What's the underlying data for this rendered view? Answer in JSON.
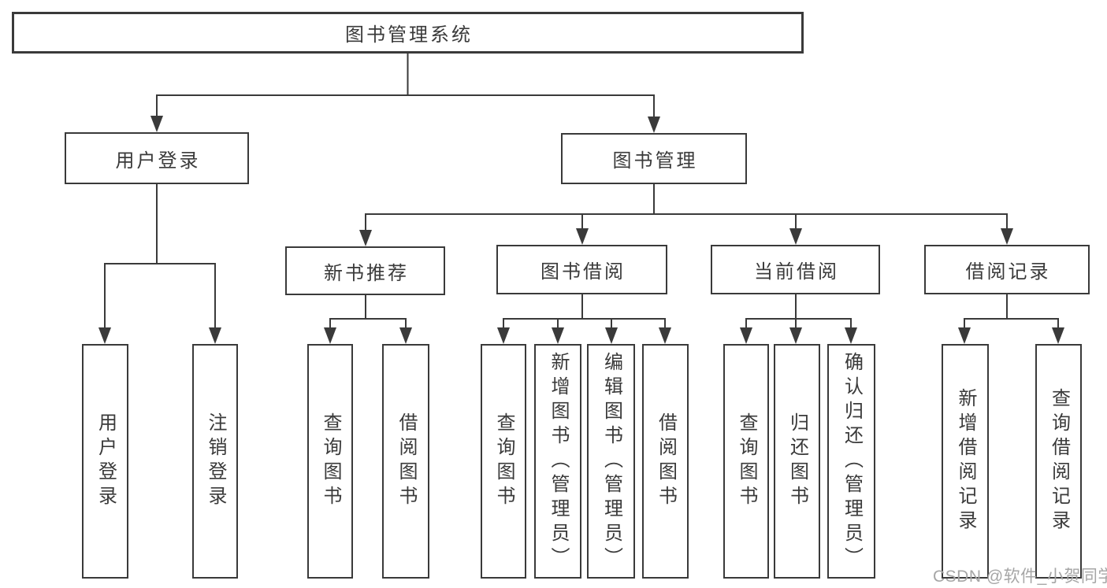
{
  "diagram": {
    "root": {
      "label": "图书管理系统"
    },
    "level2": [
      {
        "id": "user-login",
        "label": "用户登录"
      },
      {
        "id": "book-management",
        "label": "图书管理"
      }
    ],
    "level3": [
      {
        "id": "new-book-recommend",
        "label": "新书推荐"
      },
      {
        "id": "book-borrowing",
        "label": "图书借阅"
      },
      {
        "id": "current-borrowing",
        "label": "当前借阅"
      },
      {
        "id": "borrowing-records",
        "label": "借阅记录"
      }
    ],
    "leaves": [
      {
        "id": "user-login-action",
        "label": "用户登录"
      },
      {
        "id": "logout-action",
        "label": "注销登录"
      },
      {
        "id": "query-books-recommend",
        "label": "查询图书"
      },
      {
        "id": "borrow-books-recommend",
        "label": "借阅图书"
      },
      {
        "id": "query-books-borrowing",
        "label": "查询图书"
      },
      {
        "id": "add-book-admin",
        "label": "新增图书（管理员）"
      },
      {
        "id": "edit-book-admin",
        "label": "编辑图书（管理员）"
      },
      {
        "id": "borrow-books",
        "label": "借阅图书"
      },
      {
        "id": "query-books-current",
        "label": "查询图书"
      },
      {
        "id": "return-book",
        "label": "归还图书"
      },
      {
        "id": "confirm-return-admin",
        "label": "确认归还（管理员）"
      },
      {
        "id": "add-borrow-record",
        "label": "新增借阅记录"
      },
      {
        "id": "query-borrow-record",
        "label": "查询借阅记录"
      }
    ]
  },
  "watermark": "CSDN @软件_小贺同学",
  "colors": {
    "line": "#3a3a3a",
    "text": "#3a3a3a",
    "background": "#ffffff",
    "watermark": "#a6a6a6"
  }
}
